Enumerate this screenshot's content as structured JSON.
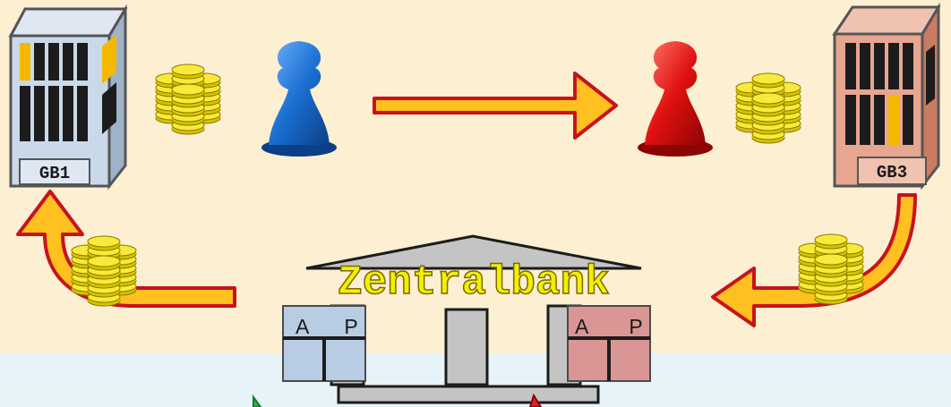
{
  "colors": {
    "background_top": "#fcefd2",
    "background_bottom": "#e6f3f8",
    "bank_left": "#c9d9ea",
    "bank_right": "#e6a690",
    "window_yellow": "#f5b800",
    "window_dark": "#1c1c1c",
    "arrow_fill": "#ffc020",
    "arrow_stroke": "#c8121c",
    "pawn_blue": "#1a6fd0",
    "pawn_red": "#e01010",
    "coin": "#f2e020",
    "central_bank_grey": "#c4c4c4",
    "account_left": "#b8cce4",
    "account_right": "#d99694",
    "zentralbank_text": "#f3f000"
  },
  "banks": {
    "left": {
      "label": "GB1"
    },
    "right": {
      "label": "GB3"
    }
  },
  "central_bank": {
    "title": "Zentralbank",
    "left_account": {
      "assets": "A",
      "liabilities": "P"
    },
    "right_account": {
      "assets": "A",
      "liabilities": "P"
    }
  },
  "icons": {
    "left_pawn": "blue-pawn-icon",
    "right_pawn": "red-pawn-icon",
    "coins": "coin-stack-icon",
    "bank_building": "bank-building-icon"
  }
}
